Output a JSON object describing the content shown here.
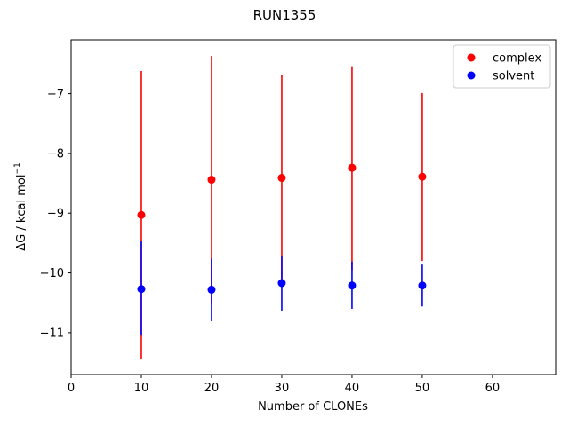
{
  "chart_data": {
    "type": "scatter",
    "title": "RUN1355",
    "xlabel": "Number of CLONEs",
    "ylabel_main": "ΔG / kcal mol",
    "ylabel_sup": "−1",
    "xlim": [
      0,
      69
    ],
    "ylim": [
      -11.7,
      -6.1
    ],
    "x_ticks": [
      0,
      10,
      20,
      30,
      40,
      50,
      60
    ],
    "y_ticks": [
      -11,
      -10,
      -9,
      -8,
      -7
    ],
    "legend_position": "top-right",
    "grid": false,
    "series": [
      {
        "name": "complex",
        "color": "#ff0000",
        "x": [
          10,
          20,
          30,
          40,
          50
        ],
        "y": [
          -9.03,
          -8.44,
          -8.41,
          -8.24,
          -8.39
        ],
        "yerr_low": [
          -11.45,
          -10.5,
          -10.1,
          -9.95,
          -9.8
        ],
        "yerr_high": [
          -6.62,
          -6.37,
          -6.68,
          -6.54,
          -6.99
        ]
      },
      {
        "name": "solvent",
        "color": "#0000ff",
        "x": [
          10,
          20,
          30,
          40,
          50
        ],
        "y": [
          -10.27,
          -10.28,
          -10.17,
          -10.21,
          -10.21
        ],
        "yerr_low": [
          -11.05,
          -10.81,
          -10.63,
          -10.6,
          -10.56
        ],
        "yerr_high": [
          -9.47,
          -9.76,
          -9.71,
          -9.81,
          -9.86
        ]
      }
    ]
  }
}
